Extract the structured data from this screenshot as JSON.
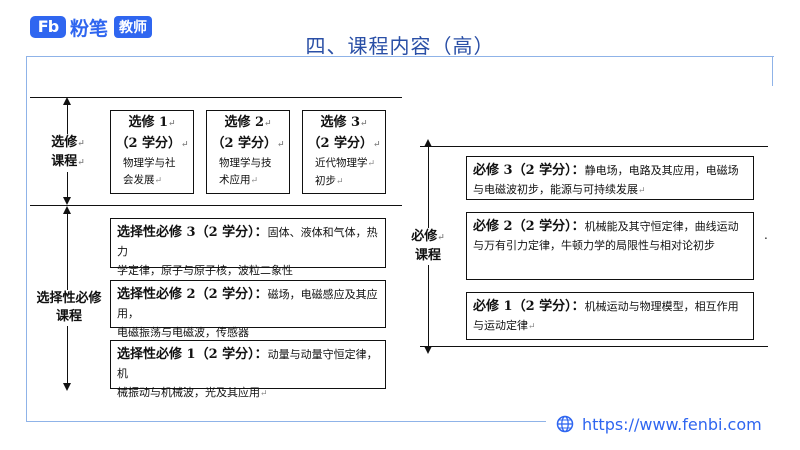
{
  "branding": {
    "logo_mark": "Fb",
    "brand": "粉笔",
    "tag": "教师",
    "url": "https://www.fenbi.com",
    "accent": "#2f66f0"
  },
  "page": {
    "title": "四、课程内容（高）"
  },
  "left": {
    "elective_label_line1": "选修",
    "elective_label_line2": "课程",
    "selective_label_line1": "选择性必修",
    "selective_label_line2": "课程",
    "elective_boxes": [
      {
        "title": "选修 1",
        "credits": "（2 学分）",
        "line1": "物理学与社",
        "line2": "会发展"
      },
      {
        "title": "选修 2",
        "credits": "（2 学分）",
        "line1": "物理学与技",
        "line2": "术应用"
      },
      {
        "title": "选修 3",
        "credits": "（2 学分）",
        "line1": "近代物理学",
        "line2": "初步"
      }
    ],
    "selective_boxes": [
      {
        "title": "选择性必修 3（2 学分）：",
        "line1": "固体、液体和气体，热力",
        "line2": "学定律，原子与原子核，波粒二象性"
      },
      {
        "title": "选择性必修 2（2 学分）：",
        "line1": "磁场，电磁感应及其应用，",
        "line2": "电磁振荡与电磁波，传感器"
      },
      {
        "title": "选择性必修 1（2 学分）：",
        "line1": "动量与动量守恒定律，机",
        "line2": "械振动与机械波，光及其应用"
      }
    ]
  },
  "right": {
    "label_line1": "必修",
    "label_line2": "课程",
    "boxes": [
      {
        "title": "必修 3（2 学分）：",
        "line1": "静电场，电路及其应用，电磁场",
        "line2": "与电磁波初步，能源与可持续发展"
      },
      {
        "title": "必修 2（2 学分）：",
        "line1": "机械能及其守恒定律，曲线运动",
        "line2": "与万有引力定律，牛顿力学的局限性与相对论初步"
      },
      {
        "title": "必修 1（2 学分）：",
        "line1": "机械运动与物理模型，相互作用",
        "line2": "与运动定律"
      }
    ]
  },
  "marks": {
    "return_mark": "↵",
    "dot": "."
  }
}
